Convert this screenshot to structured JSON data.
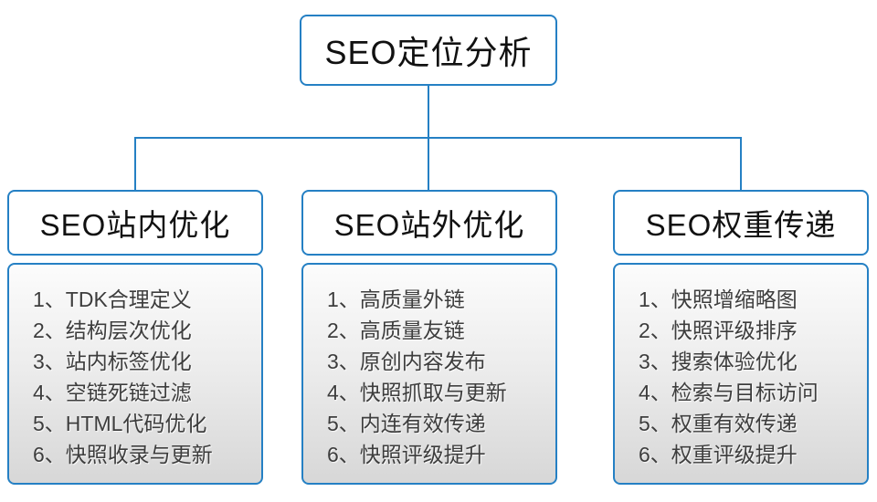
{
  "diagram": {
    "title": "SEO定位分析",
    "columns": [
      {
        "header": "SEO站内优化",
        "items": [
          "1、TDK合理定义",
          "2、结构层次优化",
          "3、站内标签优化",
          "4、空链死链过滤",
          "5、HTML代码优化",
          "6、快照收录与更新"
        ]
      },
      {
        "header": "SEO站外优化",
        "items": [
          "1、高质量外链",
          "2、高质量友链",
          "3、原创内容发布",
          "4、快照抓取与更新",
          "5、内连有效传递",
          "6、快照评级提升"
        ]
      },
      {
        "header": "SEO权重传递",
        "items": [
          "1、快照增缩略图",
          "2、快照评级排序",
          "3、搜索体验优化",
          "4、检索与目标访问",
          "5、权重有效传递",
          "6、权重评级提升"
        ]
      }
    ],
    "colors": {
      "accent_blue": "#2580c4",
      "item_text": "#3d3d3d",
      "header_text": "#111111",
      "panel_gradient_top": "#fcfcfc",
      "panel_gradient_bottom": "#d7d7d7"
    }
  }
}
